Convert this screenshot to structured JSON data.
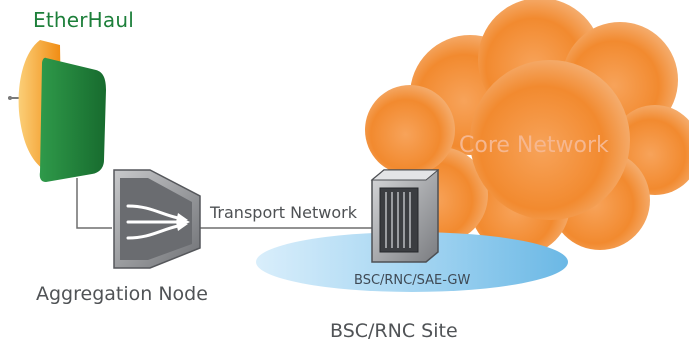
{
  "labels": {
    "brand": "EtherHaul",
    "aggregation_node": "Aggregation Node",
    "site": "BSC/RNC Site",
    "transport_network": "Transport Network",
    "gateway": "BSC/RNC/SAE-GW",
    "core_network": "Core Network"
  },
  "colors": {
    "radio_green": "#1e7d38",
    "dish_orange": "#f39a1e",
    "cloud_orange": "#f28a2f",
    "ellipse_blue": "#7cc2e8",
    "device_gray": "#5a5c60",
    "link_gray": "#6e6e6e"
  },
  "icons": [
    "radio-dish-icon",
    "aggregation-node-icon",
    "gateway-server-icon",
    "core-network-cloud"
  ]
}
